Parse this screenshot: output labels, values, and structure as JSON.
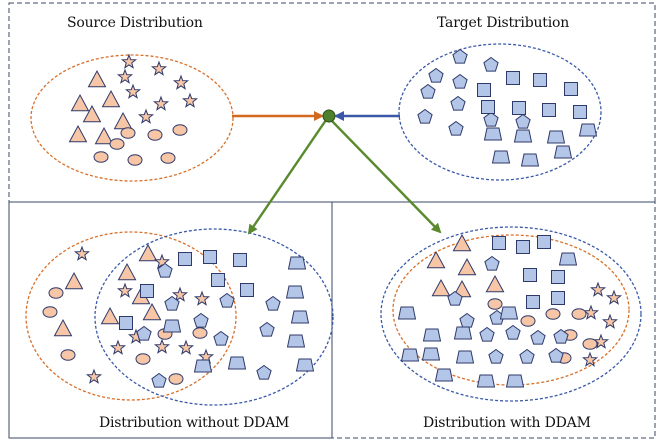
{
  "labels": {
    "source": "Source Distribution",
    "target": "Target Distribution",
    "without": "Distribution without DDAM",
    "with": "Distribution with DDAM"
  },
  "colors": {
    "source_fill": "#f7c6a6",
    "target_fill": "#b4c6e7",
    "shape_stroke": "#2f3a6b",
    "source_ellipse": "#d9702a",
    "target_ellipse": "#3a5aa8",
    "frame": "#3a4a6a",
    "arrow_source": "#d2691e",
    "arrow_target": "#3b58a8",
    "arrow_green": "#5a8a2e",
    "center_dot": "#4e7f2c"
  },
  "legend_shapes": {
    "source": [
      "triangle",
      "star",
      "circle"
    ],
    "target": [
      "pentagon",
      "square",
      "trapezoid"
    ]
  }
}
